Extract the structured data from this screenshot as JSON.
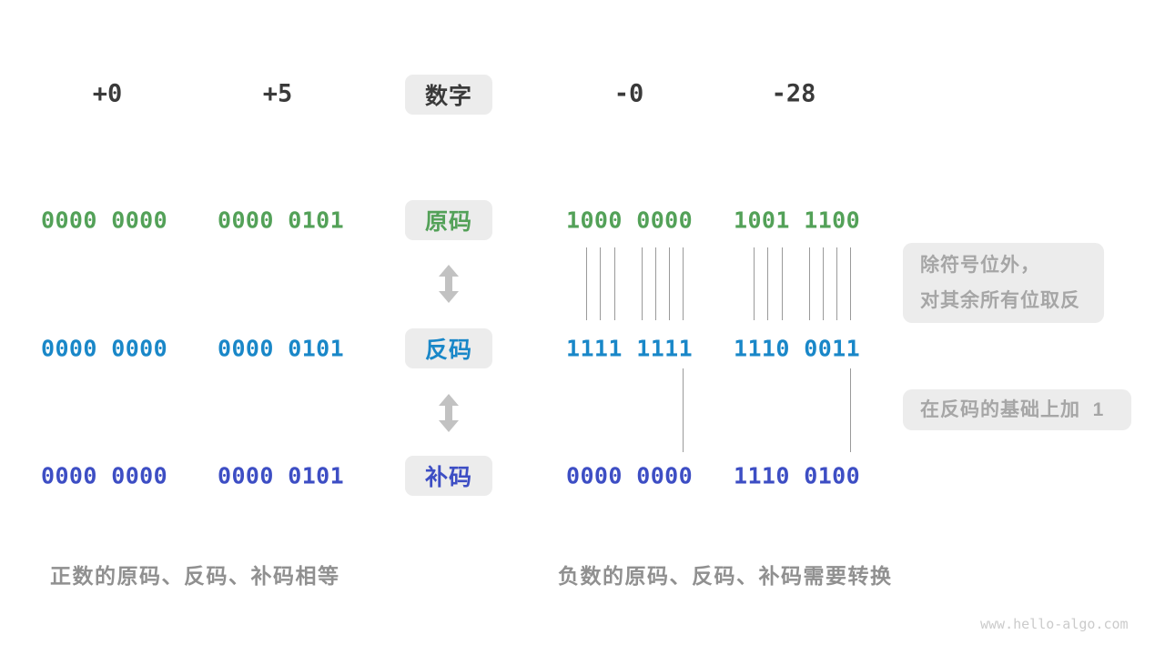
{
  "headers": {
    "cols": [
      "+0",
      "+5",
      "-0",
      "-28"
    ],
    "box_label": "数字"
  },
  "rows": [
    {
      "label": "原码",
      "values": [
        "0000 0000",
        "0000 0101",
        "1000 0000",
        "1001 1100"
      ]
    },
    {
      "label": "反码",
      "values": [
        "0000 0000",
        "0000 0101",
        "1111 1111",
        "1110 0011"
      ]
    },
    {
      "label": "补码",
      "values": [
        "0000 0000",
        "0000 0101",
        "0000 0000",
        "1110 0100"
      ]
    }
  ],
  "notes": {
    "invert_line1": "除符号位外，",
    "invert_line2": "对其余所有位取反",
    "add_one": "在反码的基础上加  1"
  },
  "captions": {
    "positive": "正数的原码、反码、补码相等",
    "negative": "负数的原码、反码、补码需要转换"
  },
  "watermark": "www.hello-algo.com",
  "colors": {
    "header_text": "#3a3a3a",
    "sign_magnitude": "#53a158",
    "ones_complement": "#1987c8",
    "twos_complement": "#3d4ec4",
    "chip_bg": "#ececec",
    "note_text": "#a6a6a6",
    "caption_text": "#909090",
    "tick_line": "#9a9a9a",
    "arrow": "#c2c2c2"
  }
}
